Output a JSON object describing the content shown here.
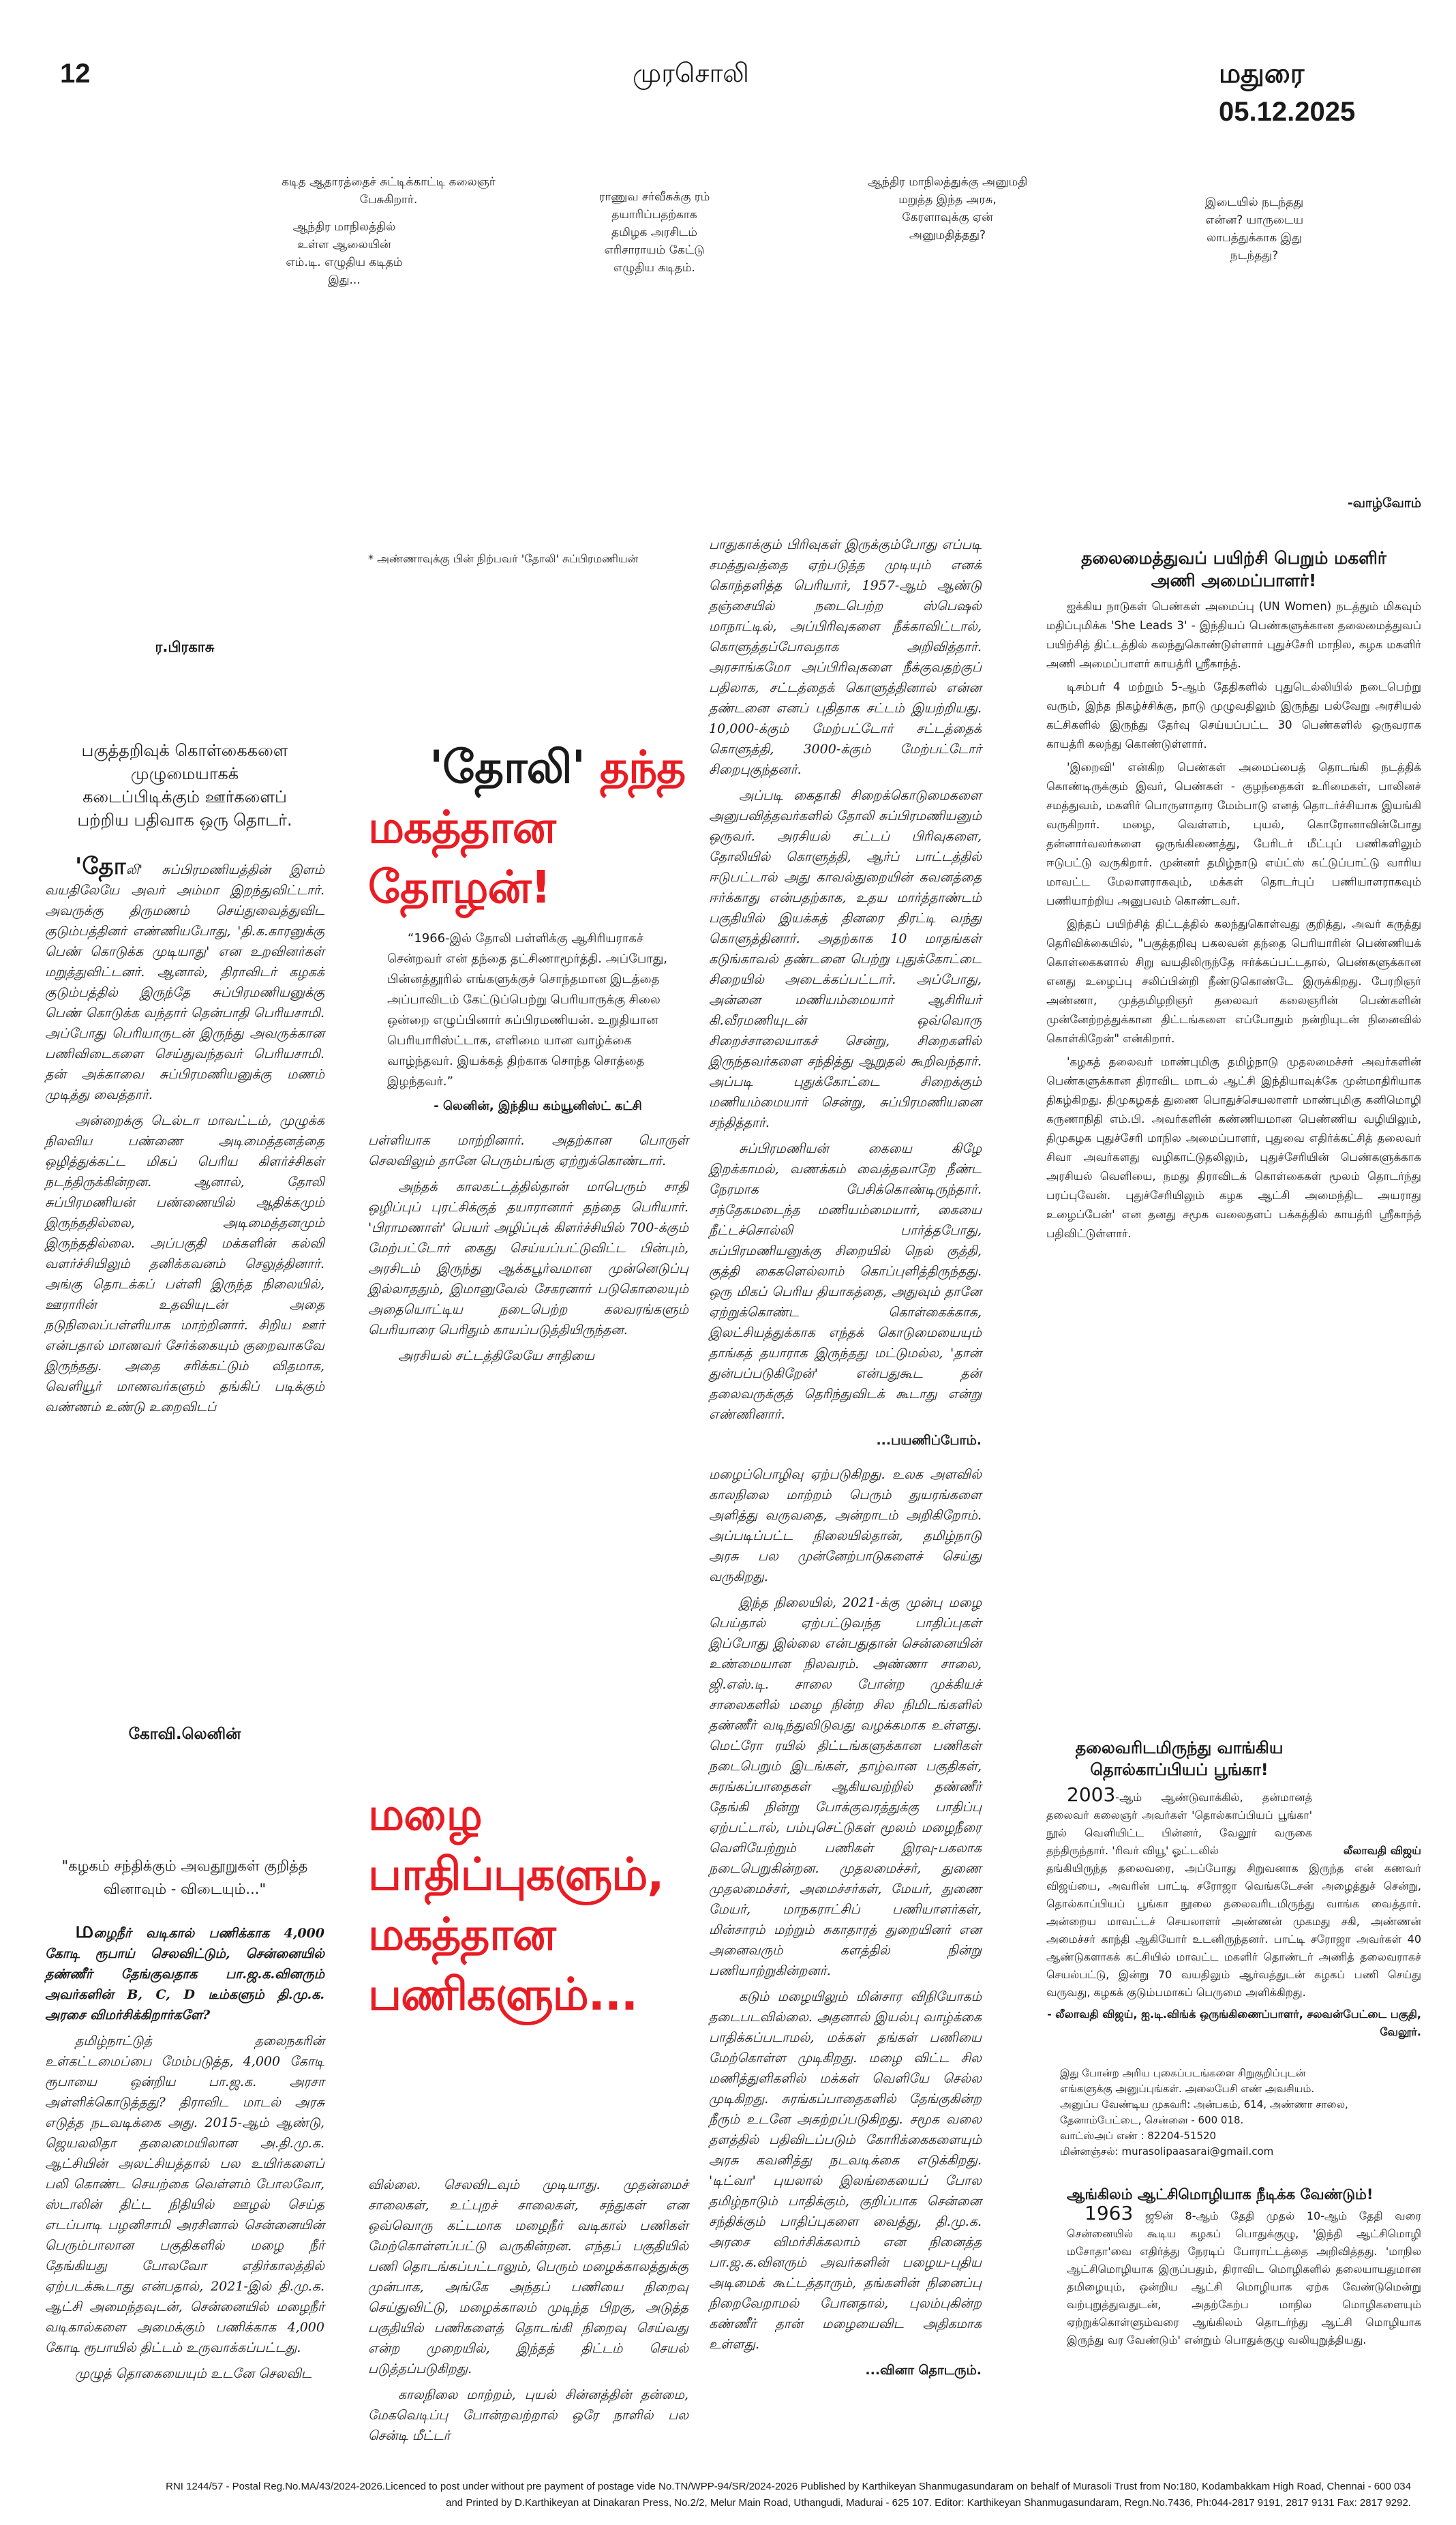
{
  "header": {
    "page_number": "12",
    "paper_name": "முரசொலி",
    "edition_date": "மதுரை 05.12.2025"
  },
  "photo_captions": [
    "கடித ஆதாரத்தைச் சுட்டிக்காட்டி கலைஞர் பேசுகிறார்.",
    "ஆந்திர மாநிலத்தில் உள்ள ஆலையின் எம்.டி. எழுதிய கடிதம் இது...",
    "ராணுவ சர்வீசுக்கு ரம் தயாரிப்பதற்காக தமிழக அரசிடம் எரிசாராயம் கேட்டு எழுதிய கடிதம்.",
    "ஆந்திர மாநிலத்துக்கு அனுமதி மறுத்த இந்த அரசு, கேரளாவுக்கு ஏன் அனுமதித்தது?",
    "இடையில் நடந்தது என்ன? யாருடைய லாபத்துக்காக இது நடந்தது?"
  ],
  "sign_off_top": "-வாழ்வோம்",
  "article1": {
    "author": "ர.பிரகாசு",
    "intro": "பகுத்தறிவுக் கொள்கைகளை முழுமையாகக் கடைப்பிடிக்கும் ஊர்களைப் பற்றிய பதிவாக ஒரு தொடர்.",
    "photo_caption": "* அண்ணாவுக்கு பின் நிற்பவர் 'தோலி' சுப்பிரமணியன்",
    "headline_black": "'தோலி'",
    "headline_red_1": "தந்த",
    "headline_red_2": "மகத்தான தோழன்!",
    "dropcap": "'தோ",
    "col1": [
      "லி' சுப்பிரமணியத்தின் இளம் வயதிலேயே அவர் அம்மா இறந்துவிட்டார். அவருக்கு திருமணம் செய்துவைத்துவிட குடும்பத்தினர் எண்ணியபோது, 'தி.க.காரனுக்கு பெண் கொடுக்க முடியாது' என உறவினர்கள் மறுத்துவிட்டனர். ஆனால், திராவிடர் கழகக் குடும்பத்தில் இருந்தே சுப்பிரமணியனுக்கு பெண் கொடுக்க வந்தார் தென்பாதி பெரியசாமி. அப்போது பெரியாருடன் இருந்து அவருக்கான பணிவிடைகளை செய்துவந்தவர் பெரியசாமி. தன் அக்காவை சுப்பிரமணியனுக்கு மணம் முடித்து வைத்தார்.",
      "அன்றைக்கு டெல்டா மாவட்டம், முழுக்க நிலவிய பண்ணை அடிமைத்தனத்தை ஒழித்துக்கட்ட மிகப் பெரிய கிளர்ச்சிகள் நடந்திருக்கின்றன. ஆனால், தோலி சுப்பிரமணியன் பண்ணையில் ஆதிக்கமும் இருந்ததில்லை, அடிமைத்தனமும் இருந்ததில்லை. அப்பகுதி மக்களின் கல்வி வளர்ச்சியிலும் தனிக்கவனம் செலுத்தினார். அங்கு தொடக்கப் பள்ளி இருந்த நிலையில், ஊராரின் உதவியுடன் அதை நடுநிலைப்பள்ளியாக மாற்றினார். சிறிய ஊர் என்பதால் மாணவர் சேர்க்கையும் குறைவாகவே இருந்தது. அதை சரிக்கட்டும் விதமாக, வெளியூர் மாணவர்களும் தங்கிப் படிக்கும் வண்ணம் உண்டு உறைவிடப்"
    ],
    "quote": "“1966-இல் தோலி பள்ளிக்கு ஆசிரியராகச் சென்றவர் என் தந்தை தட்சிணாமூர்த்தி. அப்போது, பின்னத்தூரில் எங்களுக்குச் சொந்தமான இடத்தை அப்பாவிடம் கேட்டுப்பெற்று பெரியாருக்கு சிலை ஒன்றை எழுப்பினார் சுப்பிரமணியன். உறுதியான பெரியாரிஸ்ட்டாக, எளிமை யான வாழ்க்கை வாழ்ந்தவர். இயக்கத் திற்காக சொந்த சொத்தை இழந்தவர்.”",
    "quote_attribution": "- லெனின், இந்திய கம்யூனிஸ்ட் கட்சி",
    "col2": [
      "பள்ளியாக மாற்றினார். அதற்கான பொருள் செலவிலும் தானே பெரும்பங்கு ஏற்றுக்கொண்டார்.",
      "அந்தக் காலகட்டத்தில்தான் மாபெரும் சாதி ஒழிப்புப் புரட்சிக்குத் தயாரானார் தந்தை பெரியார். 'பிராமணாள்' பெயர் அழிப்புக் கிளர்ச்சியில் 700-க்கும் மேற்பட்டோர் கைது செய்யப்பட்டுவிட்ட பின்பும், அரசிடம் இருந்து ஆக்கபூர்வமான முன்னெடுப்பு இல்லாததும், இமானுவேல் சேகரனார் படுகொலையும் அதையொட்டிய நடைபெற்ற கலவரங்களும் பெரியாரை பெரிதும் காயப்படுத்தியிருந்தன.",
      "அரசியல் சட்டத்திலேயே சாதியை"
    ],
    "col3": [
      "பாதுகாக்கும் பிரிவுகள் இருக்கும்போது எப்படி சமத்துவத்தை ஏற்படுத்த முடியும் எனக் கொந்தளித்த பெரியார், 1957-ஆம் ஆண்டு தஞ்சையில் நடைபெற்ற ஸ்பெஷல் மாநாட்டில், அப்பிரிவுகளை நீக்காவிட்டால், கொளுத்தப்போவதாக அறிவித்தார். அரசாங்கமோ அப்பிரிவுகளை நீக்குவதற்குப் பதிலாக, சட்டத்தைக் கொளுத்தினால் என்ன தண்டனை எனப் புதிதாக சட்டம் இயற்றியது. 10,000-க்கும் மேற்பட்டோர் சட்டத்தைக் கொளுத்தி, 3000-க்கும் மேற்பட்டோர் சிறைபுகுந்தனர்.",
      "அப்படி கைதாகி சிறைக்கொடுமைகளை அனுபவித்தவர்களில் தோலி சுப்பிரமணியனும் ஒருவர். அரசியல் சட்டப் பிரிவுகளை, தோலியில் கொளுத்தி, ஆர்ப் பாட்டத்தில் ஈடுபட்டால் அது காவல்துறையின் கவனத்தை ஈர்க்காது என்பதற்காக, உதய மார்த்தாண்டம் பகுதியில் இயக்கத் தினரை திரட்டி வந்து கொளுத்தினார். அதற்காக 10 மாதங்கள் கடுங்காவல் தண்டனை பெற்று புதுக்கோட்டை சிறையில் அடைக்கப்பட்டார். அப்போது, அன்னை மணியம்மையார் ஆசிரியர் கி.வீரமணியுடன் ஒவ்வொரு சிறைச்சாலையாகச் சென்று, சிறைகளில் இருந்தவர்களை சந்தித்து ஆறுதல் கூறிவந்தார். அப்படி புதுக்கோட்டை சிறைக்கும் மணியம்மையார் சென்று, சுப்பிரமணியனை சந்தித்தார்.",
      "சுப்பிரமணியன் கையை கிழே இறக்காமல், வணக்கம் வைத்தவாறே நீண்ட நேரமாக பேசிக்கொண்டிருந்தார். சந்தேகமடைந்த மணியம்மையார், கையை நீட்டச்சொல்லி பார்த்தபோது, சுப்பிரமணியனுக்கு சிறையில் நெல் குத்தி, குத்தி கைகளெல்லாம் கொப்புளித்திருந்தது. ஒரு மிகப் பெரிய தியாகத்தை, அதுவும் தானே ஏற்றுக்கொண்ட கொள்கைக்காக, இலட்சியத்துக்காக எந்தக் கொடுமையையும் தாங்கத் தயாராக இருந்தது மட்டுமல்ல, 'தான் துன்பப்படுகிறேன்' என்பதுகூட தன் தலைவருக்குத் தெரிந்துவிடக் கூடாது என்று எண்ணினார்."
    ],
    "continued": "...பயணிப்போம்."
  },
  "article2": {
    "author": "கோவி.லெனின்",
    "intro": "\"கழகம் சந்திக்கும் அவதூறுகள் குறித்த வினாவும் - விடையும்...\"",
    "headline_line1": "மழை பாதிப்புகளும்,",
    "headline_line2": "மகத்தான பணிகளும்...",
    "question_dropcap": "ம",
    "question": "ழைநீர் வடிகால் பணிக்காக 4,000 கோடி ரூபாய் செலவிட்டும், சென்னையில் தண்ணீர் தேங்குவதாக பா.ஜ.க.வினரும் அவர்களின் B, C, D டீம்களும் தி.மு.க. அரசை விமர்சிக்கிறார்களே?",
    "col1": [
      "தமிழ்நாட்டுத் தலைநகரின் உள்கட்டமைப்பை மேம்படுத்த, 4,000 கோடி ரூபாயை ஒன்றிய பா.ஜ.க. அரசா அள்ளிக்கொடுத்தது? திராவிட மாடல் அரசு எடுத்த நடவடிக்கை அது. 2015-ஆம் ஆண்டு, ஜெயலலிதா தலைமையிலான அ.தி.மு.க. ஆட்சியின் அலட்சியத்தால் பல உயிர்களைப் பலி கொண்ட செயற்கை வெள்ளம் போலவோ, ஸ்டாலின் திட்ட நிதியில் ஊழல் செய்த எடப்பாடி பழனிசாமி அரசினால் சென்னையின் பெரும்பாலான பகுதிகளில் மழை நீர் தேங்கியது போலவோ எதிர்காலத்தில் ஏற்படக்கூடாது என்பதால், 2021-இல் தி.மு.க. ஆட்சி அமைந்தவுடன், சென்னையில் மழைநீர் வடிகால்களை அமைக்கும் பணிக்காக 4,000 கோடி ரூபாயில் திட்டம் உருவாக்கப்பட்டது.",
      "முழுத் தொகையையும் உடனே செலவிட"
    ],
    "col2": [
      "வில்லை. செலவிடவும் முடியாது. முதன்மைச் சாலைகள், உட்புறச் சாலைகள், சந்துகள் என ஒவ்வொரு கட்டமாக மழைநீர் வடிகால் பணிகள் மேற்கொள்ளப்பட்டு வருகின்றன. எந்தப் பகுதியில் பணி தொடங்கப்பட்டாலும், பெரும் மழைக்காலத்துக்கு முன்பாக, அங்கே அந்தப் பணியை நிறைவு செய்துவிட்டு, மழைக்காலம் முடிந்த பிறகு, அடுத்த பகுதியில் பணிகளைத் தொடங்கி நிறைவு செய்வது என்ற முறையில், இந்தத் திட்டம் செயல் படுத்தப்படுகிறது.",
      "காலநிலை மாற்றம், புயல் சின்னத்தின் தன்மை, மேகவெடிப்பு போன்றவற்றால் ஒரே நாளில் பல சென்டி மீட்டர்"
    ],
    "col3": [
      "மழைப்பொழிவு ஏற்படுகிறது. உலக அளவில் காலநிலை மாற்றம் பெரும் துயரங்களை அளித்து வருவதை, அன்றாடம் அறிகிறோம். அப்படிப்பட்ட நிலையில்தான், தமிழ்நாடு அரசு பல முன்னேற்பாடுகளைச் செய்து வருகிறது.",
      "இந்த நிலையில், 2021-க்கு முன்பு மழை பெய்தால் ஏற்பட்டுவந்த பாதிப்புகள் இப்போது இல்லை என்பதுதான் சென்னையின் உண்மையான நிலவரம். அண்ணா சாலை, ஜி.எஸ்.டி. சாலை போன்ற முக்கியச் சாலைகளில் மழை நின்ற சில நிமிடங்களில் தண்ணீர் வடிந்துவிடுவது வழக்கமாக உள்ளது. மெட்ரோ ரயில் திட்டங்களுக்கான பணிகள் நடைபெறும் இடங்கள், தாழ்வான பகுதிகள், சுரங்கப்பாதைகள் ஆகியவற்றில் தண்ணீர் தேங்கி நின்று போக்குவரத்துக்கு பாதிப்பு ஏற்பட்டால், பம்புசெட்டுகள் மூலம் மழைநீரை வெளியேற்றும் பணிகள் இரவு-பகலாக நடைபெறுகின்றன. முதலமைச்சர், துணை முதலமைச்சர், அமைச்சர்கள், மேயர், துணை மேயர், மாநகராட்சிப் பணியாளர்கள், மின்சாரம் மற்றும் சுகாதாரத் துறையினர் என அனைவரும் களத்தில் நின்று பணியாற்றுகின்றனர்.",
      "கடும் மழையிலும் மின்சார விநியோகம் தடைபடவில்லை. அதனால் இயல்பு வாழ்க்கை பாதிக்கப்படாமல், மக்கள் தங்கள் பணியை மேற்கொள்ள முடிகிறது. மழை விட்ட சில மணித்துளிகளில் மக்கள் வெளியே செல்ல முடிகிறது. சுரங்கப்பாதைகளில் தேங்குகின்ற நீரும் உடனே அகற்றப்படுகிறது. சமூக வலை தளத்தில் பதிவிடப்படும் கோரிக்கைகளையும் அரசு கவனித்து நடவடிக்கை எடுக்கிறது. 'டிட்வா' புயலால் இலங்கையைப் போல தமிழ்நாடும் பாதிக்கும், குறிப்பாக சென்னை சந்திக்கும் பாதிப்புகளை வைத்து, தி.மு.க. அரசை விமர்சிக்கலாம் என நினைத்த பா.ஜ.க.வினரும் அவர்களின் பழைய-புதிய அடிமைக் கூட்டத்தாரும், தங்களின் நினைப்பு நிறைவேறாமல் போனதால், புலம்புகின்ற கண்ணீர் தான் மழையைவிட அதிகமாக உள்ளது."
    ],
    "continued": "...வினா தொடரும்."
  },
  "article3": {
    "headline": "தலைமைத்துவப் பயிற்சி பெறும் மகளிர் அணி அமைப்பாளர்!",
    "paragraphs": [
      "ஐக்கிய நாடுகள் பெண்கள் அமைப்பு (UN Women) நடத்தும் மிகவும் மதிப்புமிக்க 'She Leads 3' - இந்தியப் பெண்களுக்கான தலைமைத்துவப் பயிற்சித் திட்டத்தில் கலந்துகொண்டுள்ளார் புதுச்சேரி மாநில, கழக மகளிர் அணி அமைப்பாளர் காயத்ரி ஸ்ரீகாந்த்.",
      "டிசம்பர் 4 மற்றும் 5-ஆம் தேதிகளில் புதுடெல்லியில் நடைபெற்று வரும், இந்த நிகழ்ச்சிக்கு, நாடு முழுவதிலும் இருந்து பல்வேறு அரசியல் கட்சிகளில் இருந்து தேர்வு செய்யப்பட்ட 30 பெண்களில் ஒருவராக காயத்ரி கலந்து கொண்டுள்ளார்.",
      "'இறைவி' என்கிற பெண்கள் அமைப்பைத் தொடங்கி நடத்திக் கொண்டிருக்கும் இவர், பெண்கள் - குழந்தைகள் உரிமைகள், பாலினச் சமத்துவம், மகளிர் பொருளாதார மேம்பாடு எனத் தொடர்ச்சியாக இயங்கி வருகிறார். மழை, வெள்ளம், புயல், கொரோனாவின்போது தன்னார்வலர்களை ஒருங்கிணைத்து, பேரிடர் மீட்புப் பணிகளிலும் ஈடுபட்டு வருகிறார். முன்னர் தமிழ்நாடு எய்ட்ஸ் கட்டுப்பாட்டு வாரிய மாவட்ட மேலாளராகவும், மக்கள் தொடர்புப் பணியாளராகவும் பணியாற்றிய அனுபவம் கொண்டவர்.",
      "இந்தப் பயிற்சித் திட்டத்தில் கலந்துகொள்வது குறித்து, அவர் கருத்து தெரிவிக்கையில், \"பகுத்தறிவு பகலவன் தந்தை பெரியாரின் பெண்ணியக் கொள்கைகளால் சிறு வயதிலிருந்தே ஈர்க்கப்பட்டதால், பெண்களுக்கான எனது உழைப்பு சலிப்பின்றி நீண்டுகொண்டே இருக்கிறது. பேரறிஞர் அண்ணா, முத்தமிழறிஞர் தலைவர் கலைஞரின் பெண்களின் முன்னேற்றத்துக்கான திட்டங்களை எப்போதும் நன்றியுடன் நினைவில் கொள்கிறேன்\" என்கிறார்.",
      "'கழகத் தலைவர் மாண்புமிகு தமிழ்நாடு முதலமைச்சர் அவர்களின் பெண்களுக்கான திராவிட மாடல் ஆட்சி இந்தியாவுக்கே முன்மாதிரியாக திகழ்கிறது. திமுகழகத் துணை பொதுச்செயலாளர் மாண்புமிகு கனிமொழி கருணாநிதி எம்.பி. அவர்களின் கண்ணியமான பெண்ணிய வழியிலும், திமுகழக புதுச்சேரி மாநில அமைப்பாளர், புதுவை எதிர்க்கட்சித் தலைவர் சிவா அவர்களது வழிகாட்டுதலிலும், புதுச்சேரியின் பெண்களுக்காக அரசியல் வெளியை, நமது திராவிடக் கொள்கைகள் மூலம் தொடர்ந்து பரப்புவேன். புதுச்சேரியிலும் கழக ஆட்சி அமைந்திட அயராது உழைப்பேன்' என தனது சமூக வலைதளப் பக்கத்தில் காயத்ரி ஸ்ரீகாந்த் பதிவிட்டுள்ளார்."
    ]
  },
  "article4": {
    "headline": "தலைவரிடமிருந்து வாங்கிய தொல்காப்பியப் பூங்கா!",
    "lead_number": "2003",
    "text_intro": "-ஆம் ஆண்டுவாக்கில், தன்மானத் தலைவர் கலைஞர் அவர்கள் 'தொல்காப்பியப் பூங்கா' நூல் வெளியிட்ட பின்னர், வேலூர் வருகை தந்திருந்தார். 'ரிவர் வியூ' ஓட்டலில்",
    "photo_label": "லீலாவதி விஜய்",
    "text_rest": "தங்கியிருந்த தலைவரை, அப்போது சிறுவனாக இருந்த என் கணவர் விஜய்யை, அவரின் பாட்டி சரோஜா வெங்கடேசன் அழைத்துச் சென்று, தொல்காப்பியப் பூங்கா நூலை தலைவரிடமிருந்து வாங்க வைத்தார். அன்றைய மாவட்டச் செயலாளர் அண்ணன் முகமது சகி, அண்ணன் அமைச்சர் காந்தி ஆகியோர் உடனிருந்தனர். பாட்டி சரோஜா அவர்கள் 40 ஆண்டுகளாகக் கட்சியில் மாவட்ட மகளிர் தொண்டர் அணித் தலைவராகச் செயல்பட்டு, இன்று 70 வயதிலும் ஆர்வத்துடன் கழகப் பணி செய்து வருவது, கழகக் குடும்பமாகப் பெருமை அளிக்கிறது.",
    "byline": "- லீலாவதி விஜய், ஐ.டி.விங்க் ஒருங்கிணைப்பாளர், சலவன்பேட்டை பகுதி, வேலூர்."
  },
  "submission_notice": [
    "இது போன்ற அரிய புகைப்படங்களை சிறுகுறிப்புடன்",
    "எங்களுக்கு அனுப்புங்கள். அலைபேசி எண் அவசியம்.",
    "அனுப்ப வேண்டிய முகவரி: அன்பகம், 614, அண்ணா சாலை,",
    "தேனாம்பேட்டை, சென்னை - 600 018.",
    "வாட்ஸ்அப் எண் : 82204-51520",
    "மின்னஞ்சல்: murasolipaasarai@gmail.com"
  ],
  "article5": {
    "headline": "ஆங்கிலம் ஆட்சிமொழியாக நீடிக்க வேண்டும்!",
    "lead_number": "1963",
    "text": " ஜூன் 8-ஆம் தேதி முதல் 10-ஆம் தேதி வரை சென்னையில் கூடிய கழகப் பொதுக்குழு, 'இந்தி ஆட்சிமொழி மசோதா'வை எதிர்த்து நேரடிப் போராட்டத்தை அறிவித்தது. 'மாநில ஆட்சிமொழியாக இருப்பதும், திராவிட மொழிகளில் தலையாயதுமான தமிழையும், ஒன்றிய ஆட்சி மொழியாக ஏற்க வேண்டுமென்று வற்புறுத்துவதுடன், அதற்கேற்ப மாநில மொழிகளையும் ஏற்றுக்கொள்ளும்வரை ஆங்கிலம் தொடர்ந்து ஆட்சி மொழியாக இருந்து வர வேண்டும்' என்றும் பொதுக்குழு வலியுறுத்தியது."
  },
  "footer": {
    "line1": "RNI 1244/57 - Postal Reg.No.MA/43/2024-2026.Licenced to post under without pre payment of postage vide No.TN/WPP-94/SR/2024-2026 Published by Karthikeyan Shanmugasundaram on behalf of Murasoli Trust from No:180, Kodambakkam High Road, Chennai - 600 034",
    "line2": "and Printed by D.Karthikeyan at Dinakaran Press, No.2/2, Melur Main Road, Uthangudi, Madurai - 625 107. Editor: Karthikeyan Shanmugasundaram, Regn.No.7436, Ph:044-2817 9191, 2817 9131 Fax: 2817 9292."
  },
  "colors": {
    "headline_red": "#e91c24",
    "text": "#1a1a1a"
  }
}
